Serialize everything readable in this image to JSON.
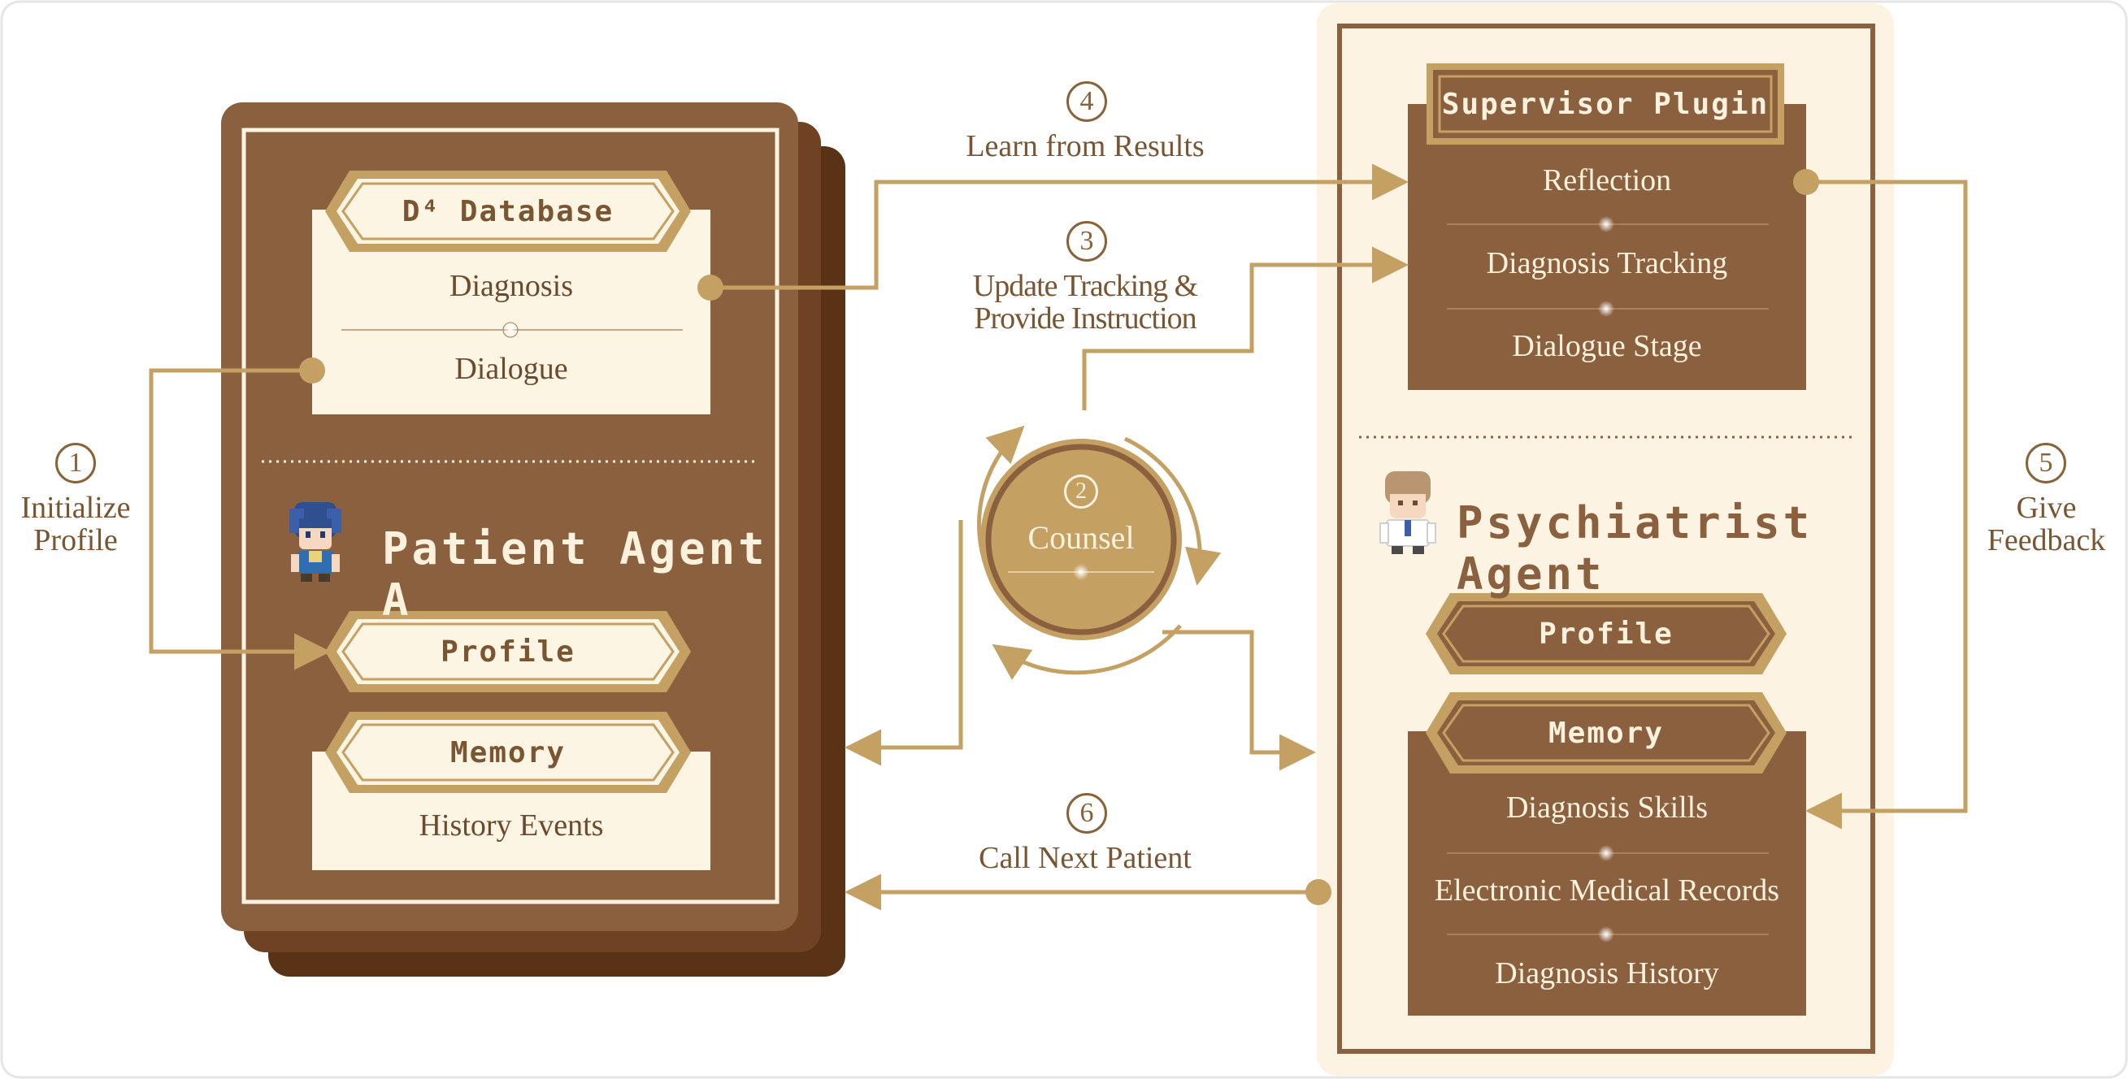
{
  "steps": {
    "s1": {
      "num": "1",
      "label_line1": "Initialize",
      "label_line2": "Profile"
    },
    "s2": {
      "num": "2",
      "label": "Counsel"
    },
    "s3": {
      "num": "3",
      "label_line1": "Update Tracking &",
      "label_line2": "Provide Instruction"
    },
    "s4": {
      "num": "4",
      "label": "Learn from Results"
    },
    "s5": {
      "num": "5",
      "label_line1": "Give",
      "label_line2": "Feedback"
    },
    "s6": {
      "num": "6",
      "label": "Call Next Patient"
    }
  },
  "patient": {
    "database_title": "D⁴ Database",
    "db_items": [
      "Diagnosis",
      "Dialogue"
    ],
    "agent_title": "Patient Agent A",
    "profile_label": "Profile",
    "memory_label": "Memory",
    "memory_items": [
      "History Events"
    ]
  },
  "psychiatrist": {
    "supervisor_title": "Supervisor Plugin",
    "supervisor_items": [
      "Reflection",
      "Diagnosis Tracking",
      "Dialogue Stage"
    ],
    "agent_title": "Psychiatrist Agent",
    "profile_label": "Profile",
    "memory_label": "Memory",
    "memory_items": [
      "Diagnosis Skills",
      "Electronic Medical Records",
      "Diagnosis History"
    ]
  },
  "colors": {
    "dark_brown": "#8b603f",
    "deep_brown": "#6e4223",
    "darkest_brown": "#5a3216",
    "gold": "#c4a063",
    "cream": "#fdf5e4",
    "panel_cream": "#fcf3e2"
  }
}
